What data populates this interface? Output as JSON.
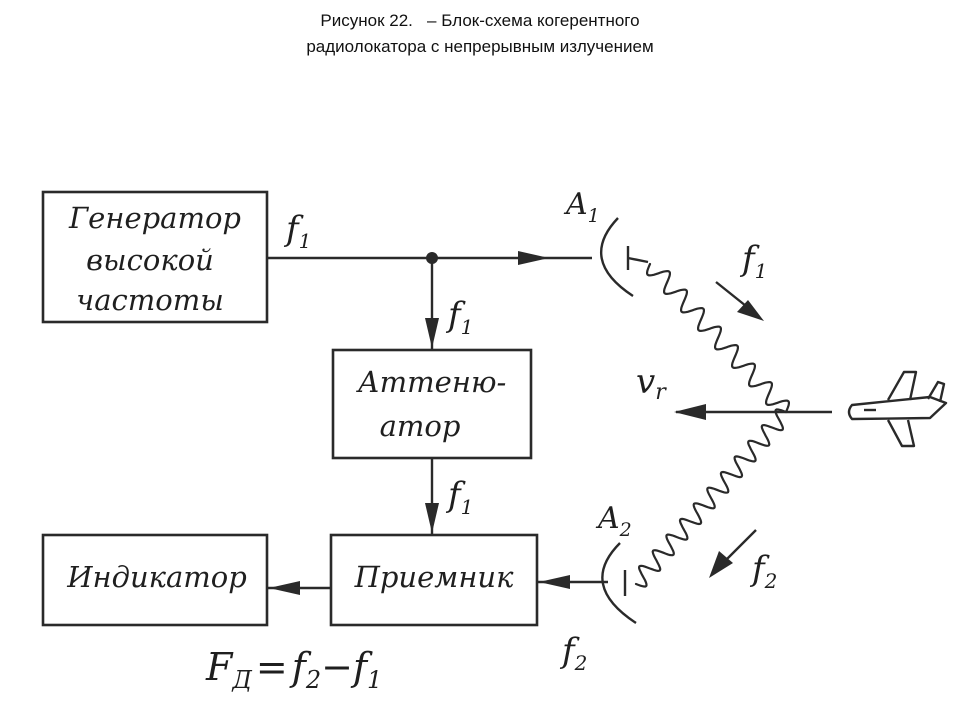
{
  "caption": {
    "line1": "Рисунок 22.   – Блок-схема когерентного",
    "line2": "радиолокатора с непрерывным излучением"
  },
  "blocks": {
    "generator": [
      "Генератор",
      "высокой",
      "частоты"
    ],
    "attenuator": [
      "Аттеню-",
      "атор"
    ],
    "receiver": "Приемник",
    "indicator": "Индикатор"
  },
  "labels": {
    "f1_gen": "f",
    "f1_gen_sub": "1",
    "f1_down1": "f",
    "f1_down1_sub": "1",
    "f1_down2": "f",
    "f1_down2_sub": "1",
    "a1": "A",
    "a1_sub": "1",
    "a2": "A",
    "a2_sub": "2",
    "wave_f1": "f",
    "wave_f1_sub": "1",
    "wave_f2": "f",
    "wave_f2_sub": "2",
    "rx_f2": "f",
    "rx_f2_sub": "2",
    "vr": "v",
    "vr_sub": "r",
    "formula_F": "F",
    "formula_F_sub": "Д",
    "formula_eq": "=",
    "formula_f2": "f",
    "formula_f2_sub": "2",
    "formula_minus": "−",
    "formula_f1": "f",
    "formula_f1_sub": "1"
  },
  "icons": {
    "antenna_tx": "dish-antenna-icon",
    "antenna_rx": "dish-antenna-icon",
    "target": "airplane-icon"
  }
}
